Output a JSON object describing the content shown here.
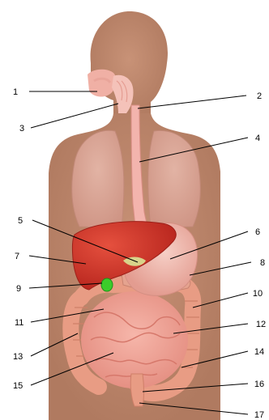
{
  "diagram": {
    "labels": [
      {
        "number": "1"
      },
      {
        "number": "2"
      },
      {
        "number": "3"
      },
      {
        "number": "4"
      },
      {
        "number": "5"
      },
      {
        "number": "6"
      },
      {
        "number": "7"
      },
      {
        "number": "8"
      },
      {
        "number": "9"
      },
      {
        "number": "10"
      },
      {
        "number": "11"
      },
      {
        "number": "12"
      },
      {
        "number": "13"
      },
      {
        "number": "14"
      },
      {
        "number": "15"
      },
      {
        "number": "16"
      },
      {
        "number": "17"
      }
    ]
  },
  "colors": {
    "body": "#b9836b",
    "lungs": "#d9a696",
    "liver": "#d2352a",
    "stomach": "#efb5aa",
    "small_intestine": "#f1a69a",
    "large_intestine": "#e89c84",
    "gallbladder": "#3ccc2a",
    "esophagus": "#f3b4ad",
    "leader_line": "#000000"
  }
}
